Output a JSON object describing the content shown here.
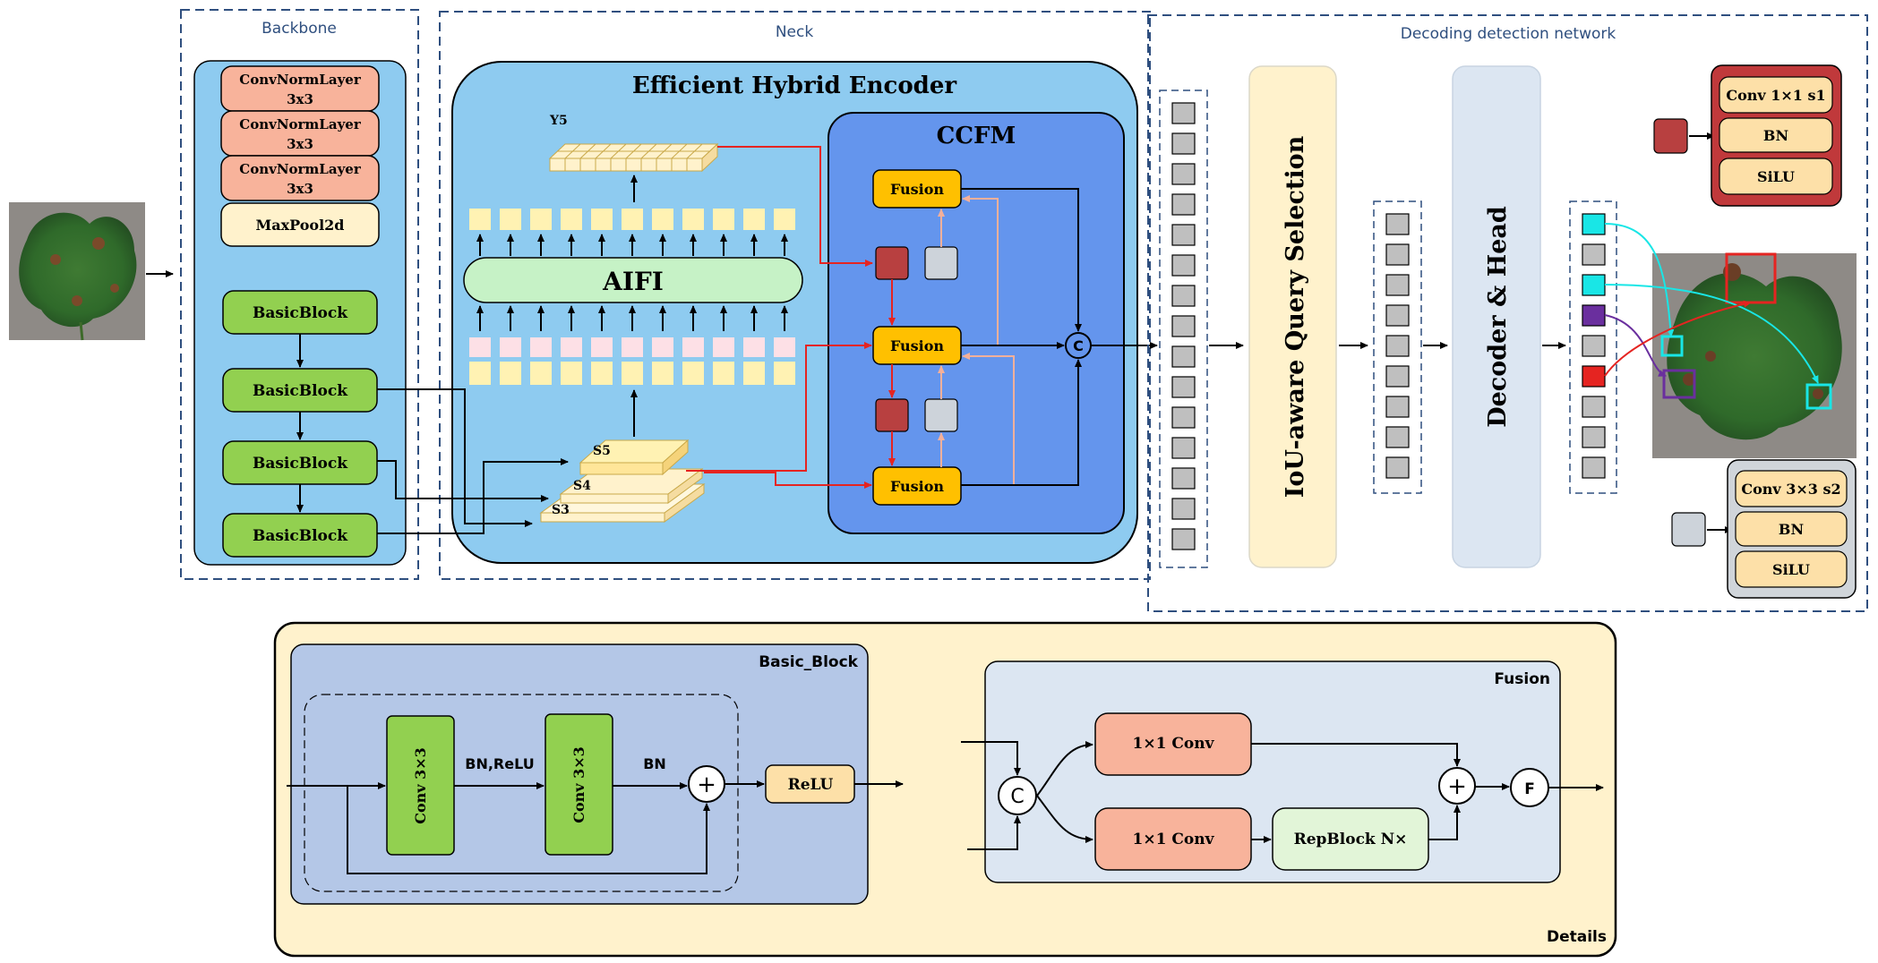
{
  "sections": {
    "backbone": "Backbone",
    "neck": "Neck",
    "decoding": "Decoding detection network",
    "details": "Details"
  },
  "backbone": {
    "layers": [
      "ConvNormLayer",
      "3x3",
      "ConvNormLayer",
      "3x3",
      "ConvNormLayer",
      "3x3",
      "MaxPool2d"
    ],
    "blocks": [
      "BasicBlock",
      "BasicBlock",
      "BasicBlock",
      "BasicBlock"
    ]
  },
  "neck": {
    "encoder_title": "Efficient Hybrid Encoder",
    "ccfm_title": "CCFM",
    "aifi": "AIFI",
    "y5": "Y5",
    "s5": "S5",
    "s4": "S4",
    "s3": "S3",
    "fusion": [
      "Fusion",
      "Fusion",
      "Fusion"
    ],
    "concat": "C"
  },
  "decoder": {
    "query_selection": "IoU-aware Query Selection",
    "decoder_head": "Decoder & Head"
  },
  "legend": {
    "red": [
      "Conv 1×1 s1",
      "BN",
      "SiLU"
    ],
    "gray": [
      "Conv 3×3 s2",
      "BN",
      "SiLU"
    ]
  },
  "basic_block": {
    "title": "Basic_Block",
    "conv1": "Conv 3×3",
    "conv2": "Conv 3×3",
    "label1": "BN,ReLU",
    "label2": "BN",
    "plus": "+",
    "relu": "ReLU"
  },
  "fusion_detail": {
    "title": "Fusion",
    "concat": "C",
    "conv_top": "1×1 Conv",
    "conv_bottom": "1×1 Conv",
    "repblock": "RepBlock N×",
    "plus": "+",
    "f": "F"
  },
  "colors": {
    "accent_red": "#e52421",
    "token_red": "#b84040",
    "token_gray": "#cdd3da",
    "cyan": "#19e6e6",
    "purple": "#6a2f9e",
    "green_block": "#92d050",
    "salmon": "#f8b39b",
    "fusion_yellow": "#ffc000"
  }
}
